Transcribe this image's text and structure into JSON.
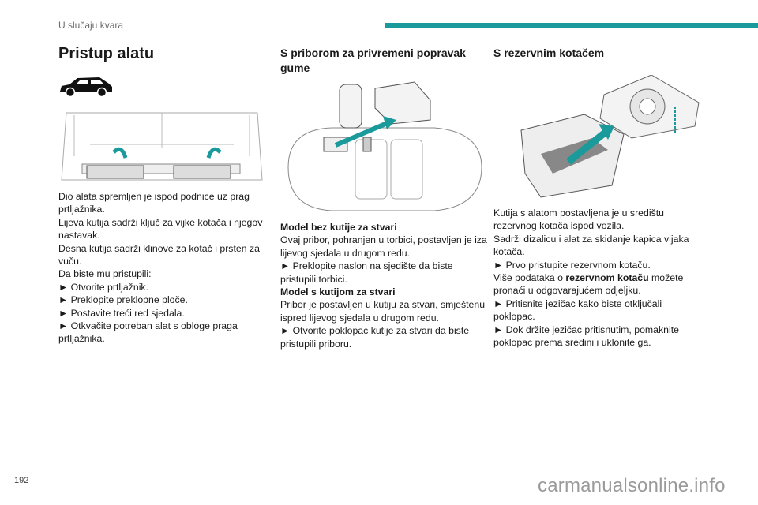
{
  "header": {
    "section": "U slučaju kvara",
    "accent_color": "#1a9a9a"
  },
  "col1": {
    "title": "Pristup alatu",
    "lines": [
      "Dio alata spremljen je ispod podnice uz prag",
      "prtljažnika.",
      "Lijeva kutija sadrži ključ za vijke kotača i njegov",
      "nastavak.",
      "Desna kutija sadrži klinove za kotač i prsten za",
      "vuču.",
      "Da biste mu pristupili:",
      "► Otvorite prtljažnik.",
      "► Preklopite preklopne ploče.",
      "► Postavite treći red sjedala.",
      "► Otkvačite potreban alat s obloge praga",
      "prtljažnika."
    ]
  },
  "col2": {
    "title_lines": [
      "S priborom za privremeni popravak",
      "gume"
    ],
    "lines": [
      {
        "t": "Model bez kutije za stvari",
        "bold": true
      },
      {
        "t": "Ovaj pribor, pohranjen u torbici, postavljen je iza"
      },
      {
        "t": "lijevog sjedala u drugom redu."
      },
      {
        "t": "► Preklopite naslon na sjedište da biste"
      },
      {
        "t": "pristupili torbici."
      },
      {
        "t": "Model s kutijom za stvari",
        "bold": true
      },
      {
        "t": "Pribor je postavljen u kutiju za stvari, smještenu"
      },
      {
        "t": "ispred lijevog sjedala u drugom redu."
      },
      {
        "t": "► Otvorite poklopac kutije za stvari da biste"
      },
      {
        "t": "pristupili priboru."
      }
    ]
  },
  "col3": {
    "title": "S rezervnim kotačem",
    "lines_a": [
      "Kutija s alatom postavljena je u središtu",
      "rezervnog kotača ispod vozila.",
      "Sadrži dizalicu i alat za skidanje kapica vijaka",
      "kotača.",
      "► Prvo pristupite rezervnom kotaču."
    ],
    "bold_line": {
      "pre": "Više podataka o ",
      "bold": "rezervnom kotaču",
      "post": " možete"
    },
    "lines_b": [
      "pronaći u odgovarajućem odjeljku.",
      "► Pritisnite jezičac kako biste otključali",
      "poklopac.",
      "► Dok držite jezičac pritisnutim, pomaknite",
      "poklopac prema sredini i uklonite ga."
    ]
  },
  "footer": {
    "page_number": "192",
    "watermark": "carmanualsonline.info"
  }
}
